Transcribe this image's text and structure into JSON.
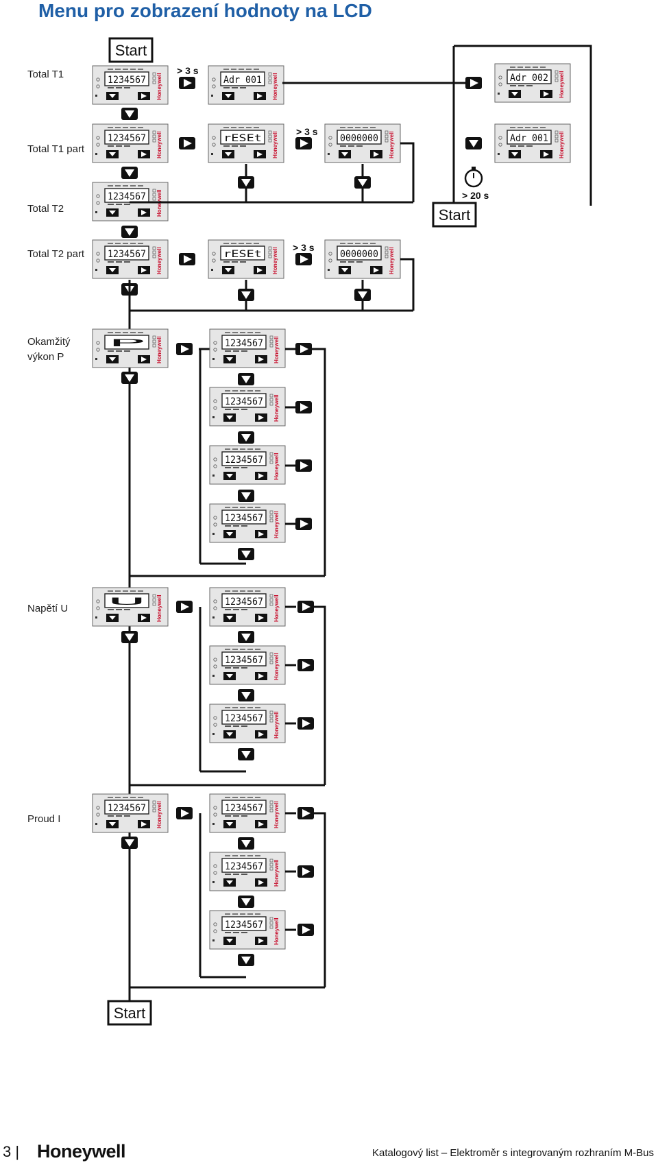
{
  "title": "Menu pro zobrazení hodnoty na LCD",
  "row_labels": {
    "total_t1": "Total T1",
    "total_t1_part": "Total T1 part",
    "total_t2": "Total T2",
    "total_t2_part": "Total T2 part",
    "power_line1": "Okamžitý",
    "power_line2": "výkon P",
    "voltage": "Napětí U",
    "current": "Proud I"
  },
  "start_label": "Start",
  "timing": {
    "hold_3s": "> 3 s",
    "timeout_20s": "> 20 s"
  },
  "lcd_readings": {
    "counter": "1234567",
    "address_1": "Adr 001",
    "address_2": "Adr 002",
    "reset": "rESEt",
    "zeros": "0000000",
    "power": "P",
    "voltage": "U"
  },
  "meter_brand": "Honeywell",
  "footer": {
    "page_number": "3 |",
    "brand": "Honeywell",
    "document": "Katalogový list – Elektroměr s integrovaným rozhraním M-Bus"
  },
  "colors": {
    "title": "#1f5fa6",
    "meter_body": "#e6e6e6",
    "line": "#111111",
    "brand_red": "#c8102e"
  }
}
